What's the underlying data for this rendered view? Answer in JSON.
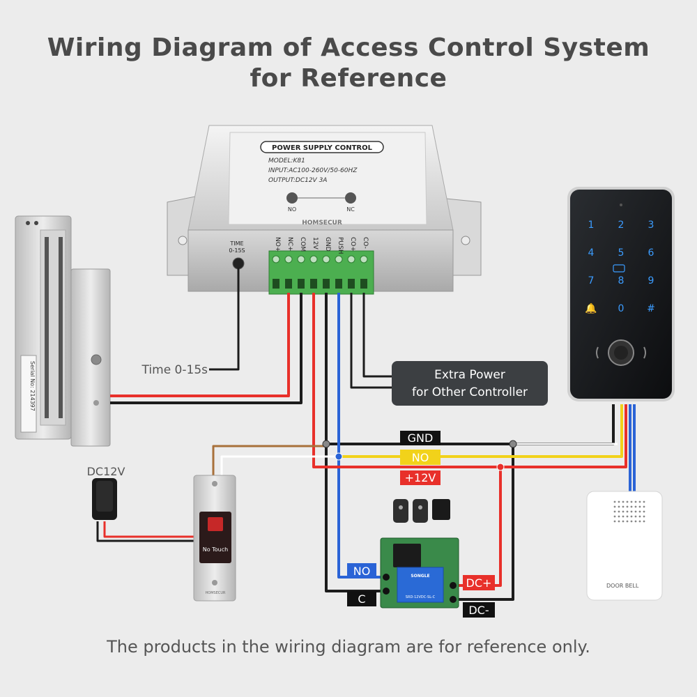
{
  "title": {
    "line1": "Wiring Diagram of Access Control System",
    "line2": "for Reference"
  },
  "power_supply": {
    "header": "POWER SUPPLY CONTROL",
    "model": "MODEL:K81",
    "input": "INPUT:AC100-260V/50-60HZ",
    "output": "OUTPUT:DC12V 3A",
    "led_no": "NO",
    "led_nc": "NC",
    "brand": "HOMSECUR",
    "time_label": "TIME",
    "time_range": "0-15S",
    "terminals": [
      "NO+",
      "NC+",
      "COM",
      "12V",
      "GND",
      "PUSH",
      "CO+",
      "CO-"
    ]
  },
  "labels": {
    "time": "Time 0-15s",
    "extra_power_1": "Extra Power",
    "extra_power_2": "for Other Controller",
    "gnd": "GND",
    "no": "NO",
    "plus12v": "+12V",
    "dc12v": "DC12V",
    "relay_no": "NO",
    "relay_c": "C",
    "relay_dcplus": "DC+",
    "relay_dcminus": "DC-"
  },
  "keypad": {
    "keys": [
      "1",
      "2",
      "3",
      "4",
      "5",
      "6",
      "7",
      "8",
      "9",
      "🔔",
      "0",
      "#"
    ]
  },
  "exit_button": {
    "label": "No Touch",
    "brand": "HOMSECUR"
  },
  "doorbell": {
    "label": "DOOR BELL"
  },
  "relay_module": {
    "brand": "SONGLE",
    "model": "SRD-12VDC-SL-C"
  },
  "maglock": {
    "serial": "Serial No: 214397"
  },
  "footer": "The products in the wiring diagram are for reference only.",
  "colors": {
    "red": "#e8302a",
    "black": "#1c1c1c",
    "blue": "#2a63d6",
    "yellow": "#f2d21a",
    "brown": "#a8703a",
    "white": "#ffffff",
    "label_bg": "#3c3f42"
  }
}
